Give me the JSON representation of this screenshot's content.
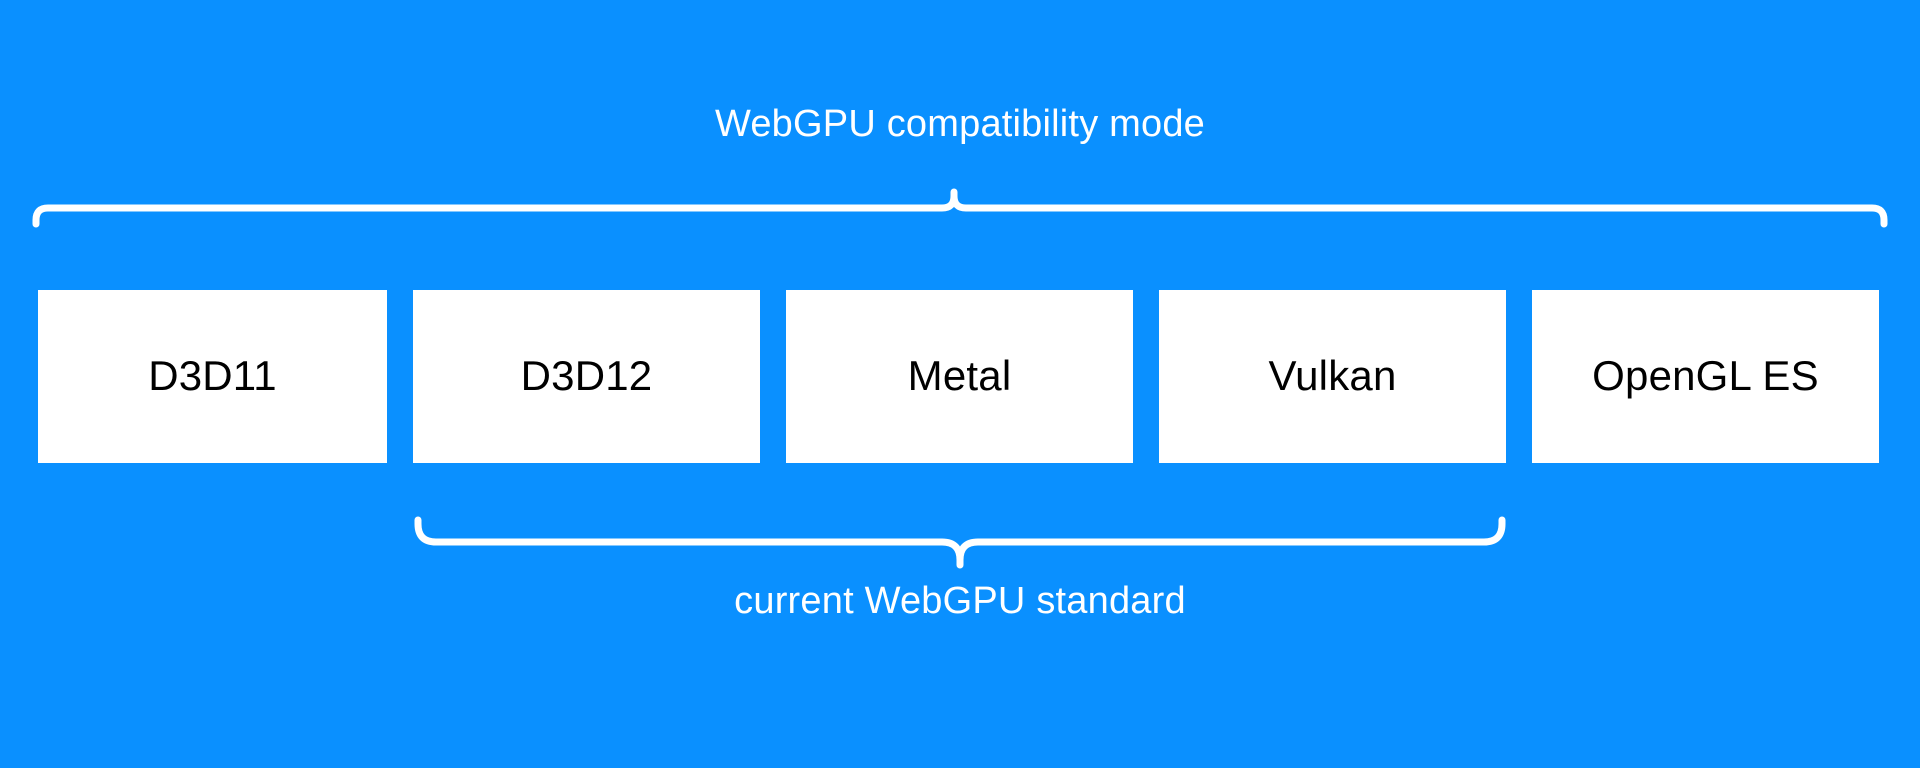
{
  "diagram": {
    "background_color": "#0a90ff",
    "box_fill_color": "#ffffff",
    "box_text_color": "#000000",
    "brace_color": "#ffffff",
    "top_label": "WebGPU compatibility mode",
    "bottom_label": "current WebGPU standard",
    "boxes": [
      {
        "label": "D3D11"
      },
      {
        "label": "D3D12"
      },
      {
        "label": "Metal"
      },
      {
        "label": "Vulkan"
      },
      {
        "label": "OpenGL ES"
      }
    ],
    "top_brace": {
      "name": "brace-spanning-all-apis",
      "covers": [
        "D3D11",
        "D3D12",
        "Metal",
        "Vulkan",
        "OpenGL ES"
      ],
      "direction": "up"
    },
    "bottom_brace": {
      "name": "brace-spanning-current-standard",
      "covers": [
        "D3D12",
        "Metal",
        "Vulkan"
      ],
      "direction": "down"
    }
  }
}
